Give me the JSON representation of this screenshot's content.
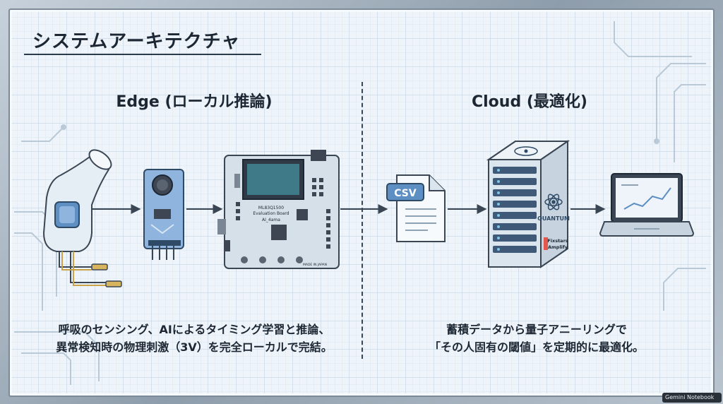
{
  "title": "システムアーキテクチャ",
  "edge": {
    "heading": "Edge (ローカル推論)",
    "caption_line1": "呼吸のセンシング、AIによるタイミング学習と推論、",
    "caption_line2": "異常検知時の物理刺激（3V）を完全ローカルで完結。",
    "board_label1": "ML83Q1500",
    "board_label2": "Evaluation Board",
    "board_label3": "AI_4ama",
    "board_label4": "MADE IN JAPAN"
  },
  "cloud": {
    "heading": "Cloud (最適化)",
    "caption_line1": "蓄積データから量子アニーリングで",
    "caption_line2": "「その人固有の閾値」を定期的に最適化。",
    "file_label": "CSV",
    "server_label": "QUANTUM",
    "brand_line1": "Fixstars",
    "brand_line2": "Amplify"
  },
  "footer": {
    "badge": "Gemini Notebook"
  },
  "icons": [
    "breathing-mask-icon",
    "sensor-module-icon",
    "evaluation-board-icon",
    "csv-file-icon",
    "quantum-server-icon",
    "laptop-chart-icon",
    "atom-icon",
    "arrow-icon"
  ],
  "colors": {
    "line": "#3a4654",
    "accent_blue": "#5d8fc2",
    "sensor_blue": "#8fb4de",
    "pcb": "#d6e0e8",
    "screen": "#3f7a88",
    "chip": "#3e4653"
  }
}
